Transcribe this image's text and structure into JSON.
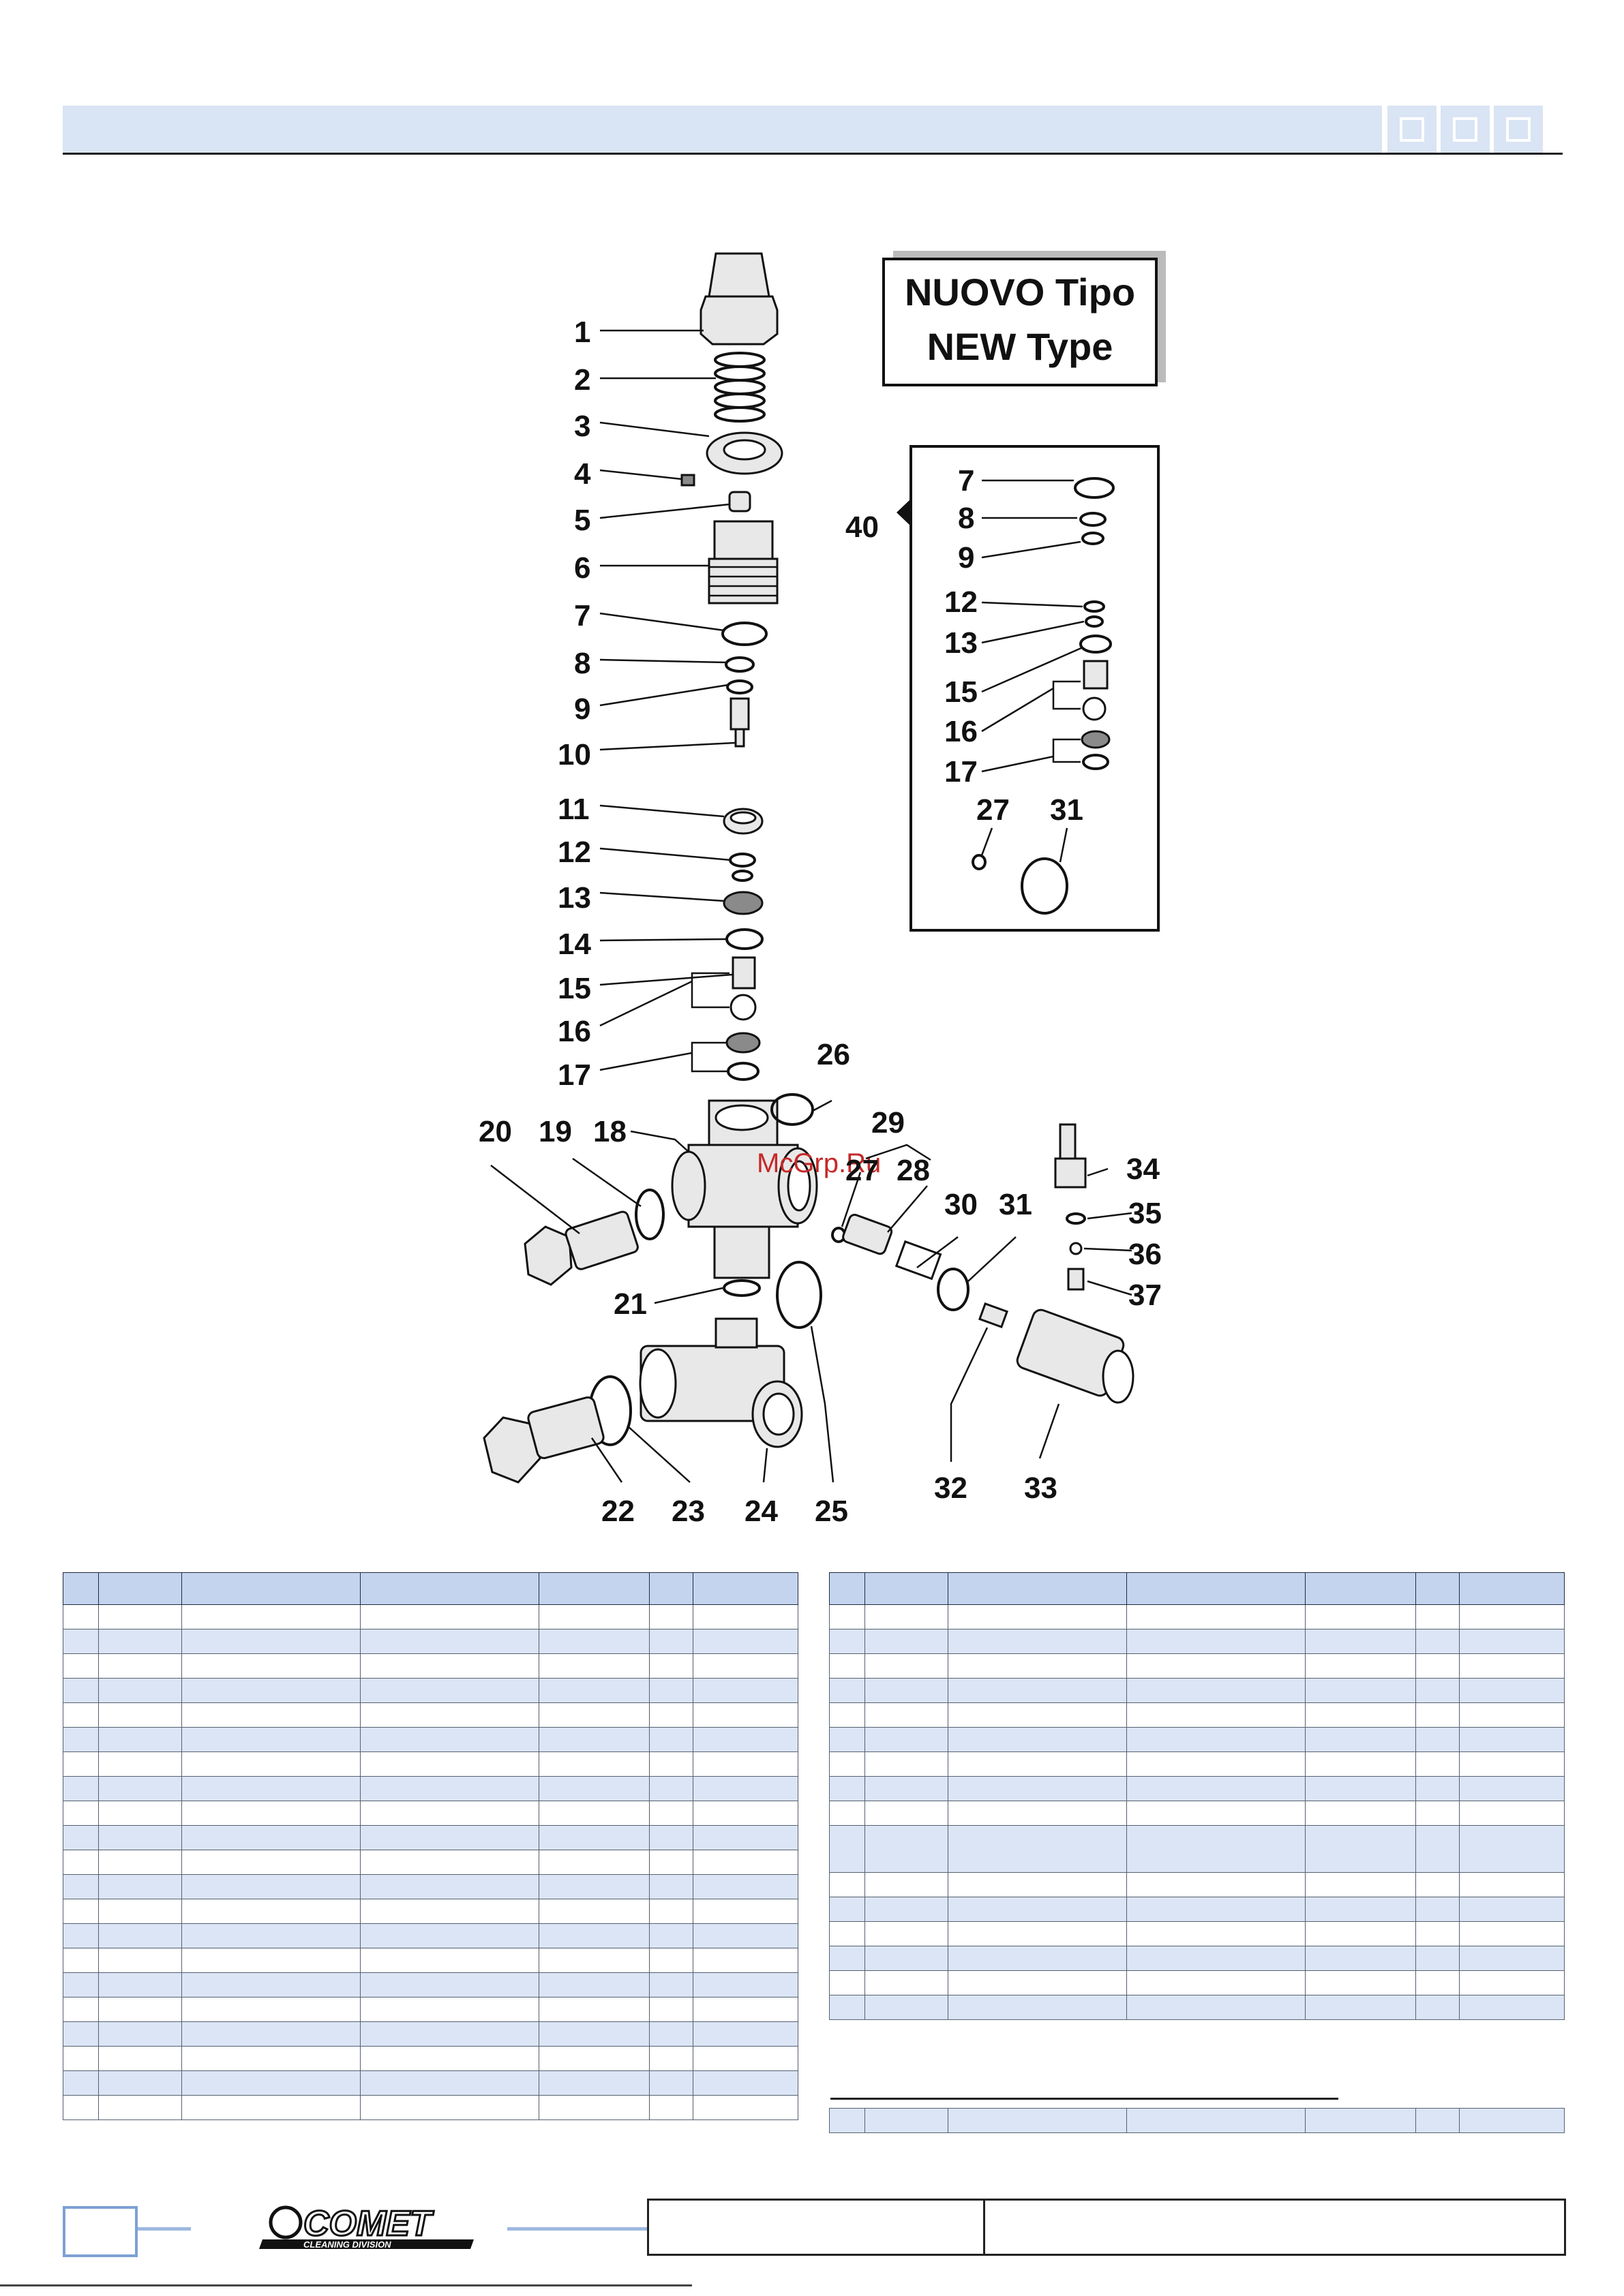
{
  "type_box": {
    "line1": "NUOVO Tipo",
    "line2": "NEW Type"
  },
  "kit_number": "40",
  "watermark": "McGrp.Ru",
  "callouts": {
    "c1": "1",
    "c2": "2",
    "c3": "3",
    "c4": "4",
    "c5": "5",
    "c6": "6",
    "c7": "7",
    "c8": "8",
    "c9": "9",
    "c10": "10",
    "c11": "11",
    "c12": "12",
    "c13": "13",
    "c14": "14",
    "c15": "15",
    "c16": "16",
    "c17": "17",
    "c18": "18",
    "c19": "19",
    "c20": "20",
    "c21": "21",
    "c22": "22",
    "c23": "23",
    "c24": "24",
    "c25": "25",
    "c26": "26",
    "c27": "27",
    "c28": "28",
    "c29": "29",
    "c30": "30",
    "c31": "31",
    "c32": "32",
    "c33": "33",
    "c34": "34",
    "c35": "35",
    "c36": "36",
    "c37": "37"
  },
  "kit_callouts": {
    "k7": "7",
    "k8": "8",
    "k9": "9",
    "k12": "12",
    "k13": "13",
    "k15": "15",
    "k16": "16",
    "k17": "17",
    "k27": "27",
    "k31": "31"
  },
  "logo": {
    "brand": "COMET",
    "tagline": "CLEANING DIVISION"
  },
  "colors": {
    "header_band": "#d9e4f4",
    "table_header": "#c5d4ee",
    "row_alt": "#dbe5f5",
    "footer_accent": "#9db8e0"
  }
}
